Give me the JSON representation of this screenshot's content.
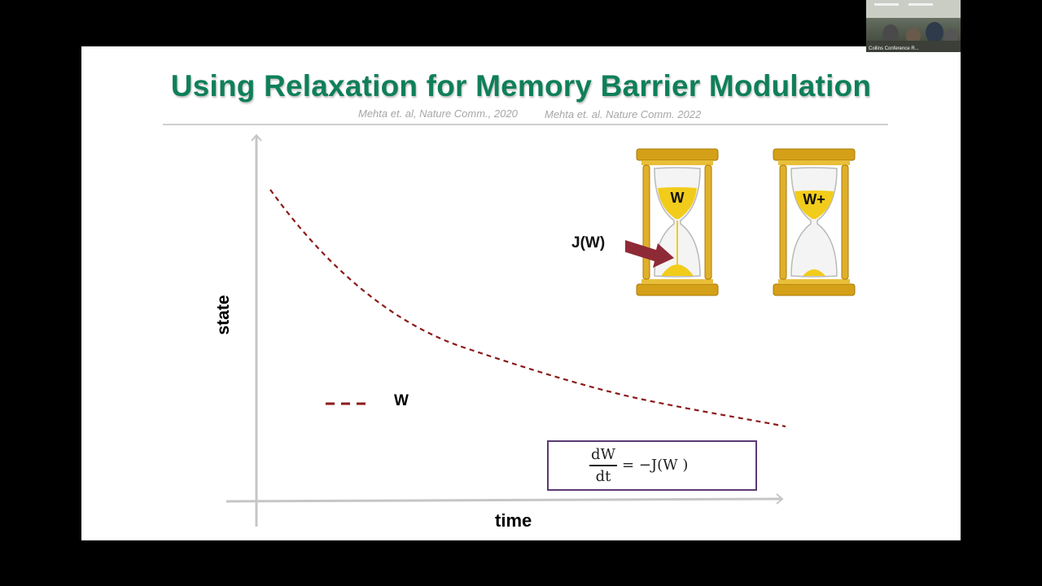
{
  "slide": {
    "title": "Using Relaxation for Memory Barrier Modulation",
    "citations": [
      "Mehta et. al, Nature Comm., 2020",
      "Mehta et. al. Nature Comm. 2022"
    ],
    "title_color": "#0f7f5a"
  },
  "plot": {
    "xlabel": "time",
    "ylabel": "state",
    "legend_label": "W",
    "curve_color": "#8b1a1a",
    "curve_style": "dashed"
  },
  "hourglasses": {
    "left_label": "W",
    "right_label": "W+",
    "arrow_label": "J(W)",
    "arrow_color": "#8e2a35",
    "sand_color": "#f2cc1a",
    "frame_color": "#d4a017"
  },
  "equation": {
    "numerator": "dW",
    "denominator": "dt",
    "rhs": "= −J(W   )",
    "border_color": "#5b3a73"
  },
  "webcam": {
    "caption": "Collins Conference R..."
  }
}
